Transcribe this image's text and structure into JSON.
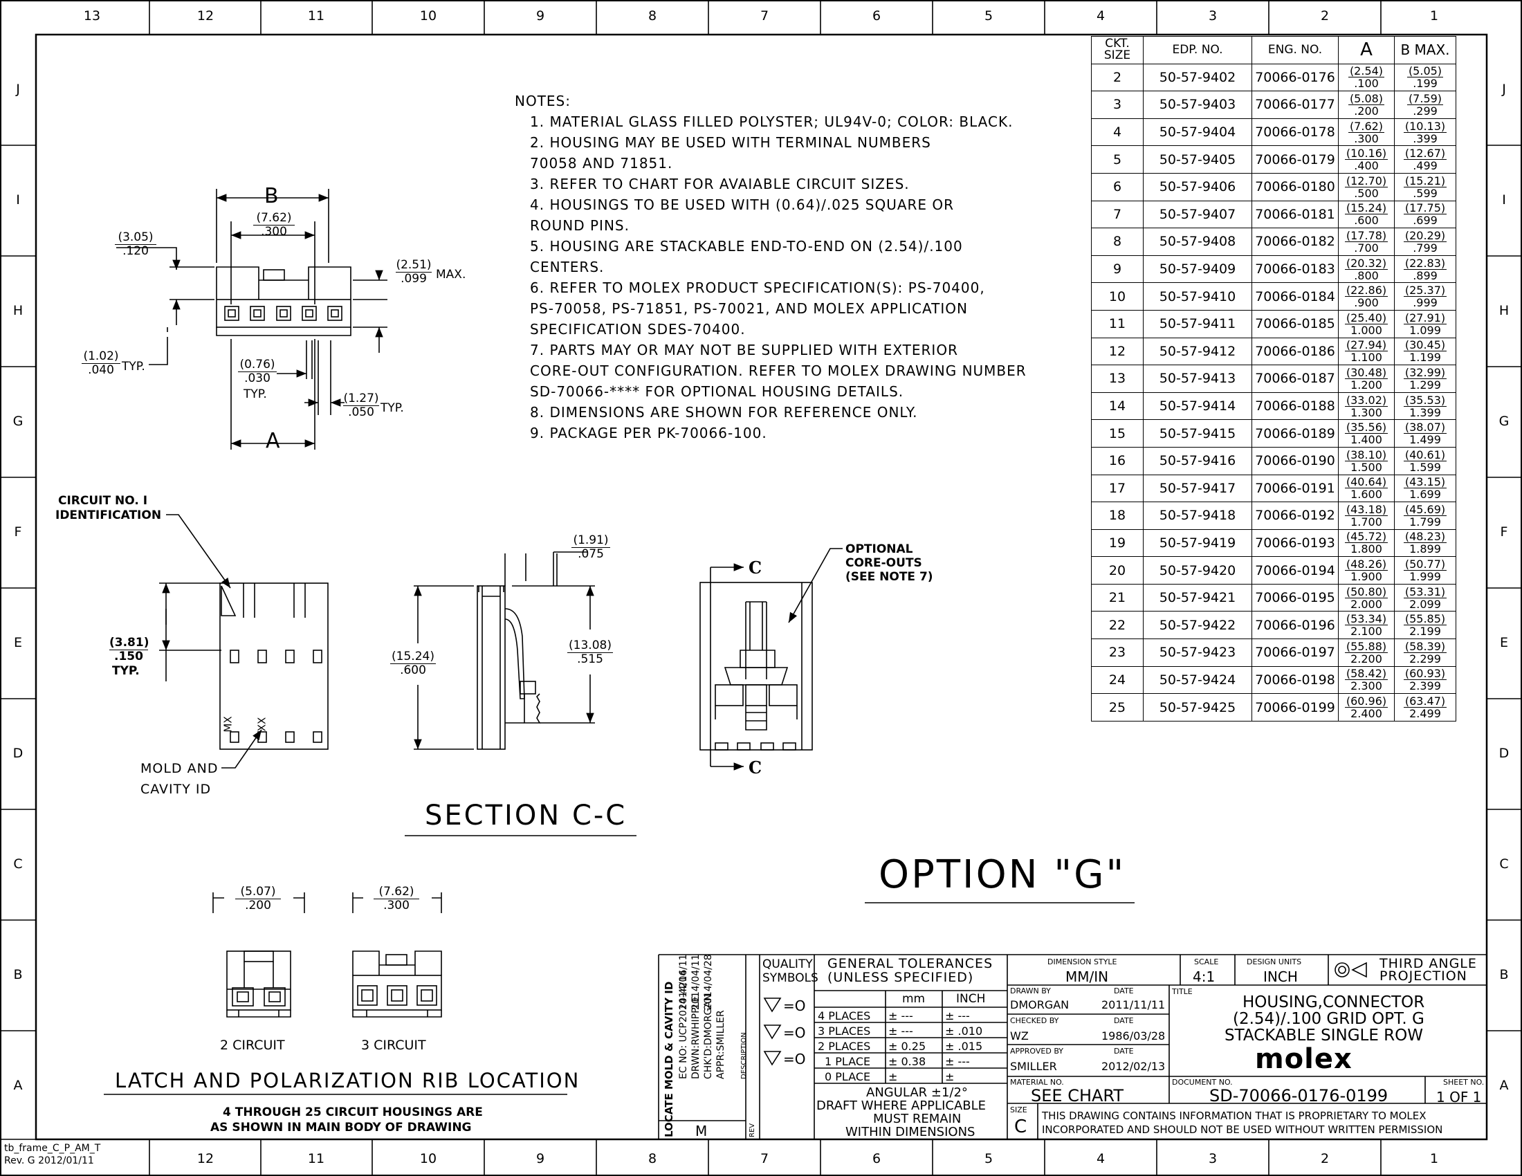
{
  "frame": {
    "columns": [
      "13",
      "12",
      "11",
      "10",
      "9",
      "8",
      "7",
      "6",
      "5",
      "4",
      "3",
      "2",
      "1"
    ],
    "rows": [
      "J",
      "I",
      "H",
      "G",
      "F",
      "E",
      "D",
      "C",
      "B",
      "A"
    ],
    "frame_id_line1": "tb_frame_C_P_AM_T",
    "frame_id_line2": "Rev. G 2012/01/11"
  },
  "notes": {
    "heading": "NOTES:",
    "lines": [
      "1.  MATERIAL GLASS FILLED POLYSTER; UL94V-0; COLOR:  BLACK.",
      "2.  HOUSING MAY BE USED WITH TERMINAL NUMBERS",
      "     70058 AND 71851.",
      "3.  REFER TO CHART FOR AVAIABLE CIRCUIT SIZES.",
      "4.  HOUSINGS TO BE USED WITH (0.64)/.025 SQUARE OR",
      "     ROUND PINS.",
      "5.  HOUSING ARE STACKABLE END-TO-END ON (2.54)/.100",
      "     CENTERS.",
      "6.  REFER TO MOLEX PRODUCT SPECIFICATION(S):  PS-70400,",
      "     PS-70058, PS-71851, PS-70021, AND MOLEX APPLICATION",
      "     SPECIFICATION SDES-70400.",
      "7.  PARTS MAY OR MAY NOT BE SUPPLIED WITH EXTERIOR",
      "     CORE-OUT CONFIGURATION.  REFER TO MOLEX DRAWING NUMBER",
      "     SD-70066-**** FOR OPTIONAL HOUSING DETAILS.",
      "8.  DIMENSIONS ARE SHOWN FOR REFERENCE ONLY.",
      "9.  PACKAGE PER PK-70066-100."
    ]
  },
  "top_view": {
    "dim_b": "B",
    "dim_a": "A",
    "d1_top": "(7.62)",
    "d1_bot": ".300",
    "d2_top": "(3.05)",
    "d2_bot": ".120",
    "d3_top": "(2.51)",
    "d3_bot": ".099",
    "d3_suffix": "MAX.",
    "d4_top": "(1.02)",
    "d4_bot": ".040",
    "d4_suffix": "TYP.",
    "d5_top": "(0.76)",
    "d5_bot": ".030",
    "d5_suffix": "TYP.",
    "d6_top": "(1.27)",
    "d6_bot": ".050",
    "d6_suffix": "TYP."
  },
  "front_view": {
    "circuit_label_1": "CIRCUIT NO. I",
    "circuit_label_2": "IDENTIFICATION",
    "d_top": "(3.81)",
    "d_bot": ".150",
    "d_suffix": "TYP.",
    "mold_mark": "MX",
    "cavity_mark": "XX",
    "mold_label_1": "MOLD AND",
    "mold_label_2": "CAVITY ID"
  },
  "side_view": {
    "d1_top": "(1.91)",
    "d1_bot": ".075",
    "d2_top": "(15.24)",
    "d2_bot": ".600",
    "d3_top": "(13.08)",
    "d3_bot": ".515",
    "section_title": "SECTION C-C"
  },
  "section_view": {
    "cut_letter": "C",
    "opt_1": "OPTIONAL",
    "opt_2": "CORE-OUTS",
    "opt_3": "(SEE NOTE 7)"
  },
  "option_title": "OPTION \"G\"",
  "latch": {
    "two_top": "(5.07)",
    "two_bot": ".200",
    "two_label": "2 CIRCUIT",
    "three_top": "(7.62)",
    "three_bot": ".300",
    "three_label": "3 CIRCUIT",
    "title": "LATCH AND POLARIZATION RIB LOCATION",
    "sub_1": "4 THROUGH 25 CIRCUIT HOUSINGS ARE",
    "sub_2": "AS SHOWN IN MAIN BODY OF DRAWING"
  },
  "chart": {
    "headers": [
      "CKT. SIZE",
      "EDP. NO.",
      "ENG. NO.",
      "A",
      "B MAX."
    ],
    "rows": [
      {
        "size": "2",
        "edp": "50-57-9402",
        "eng": "70066-0176",
        "a_mm": "(2.54)",
        "a_in": ".100",
        "b_mm": "(5.05)",
        "b_in": ".199"
      },
      {
        "size": "3",
        "edp": "50-57-9403",
        "eng": "70066-0177",
        "a_mm": "(5.08)",
        "a_in": ".200",
        "b_mm": "(7.59)",
        "b_in": ".299"
      },
      {
        "size": "4",
        "edp": "50-57-9404",
        "eng": "70066-0178",
        "a_mm": "(7.62)",
        "a_in": ".300",
        "b_mm": "(10.13)",
        "b_in": ".399"
      },
      {
        "size": "5",
        "edp": "50-57-9405",
        "eng": "70066-0179",
        "a_mm": "(10.16)",
        "a_in": ".400",
        "b_mm": "(12.67)",
        "b_in": ".499"
      },
      {
        "size": "6",
        "edp": "50-57-9406",
        "eng": "70066-0180",
        "a_mm": "(12.70)",
        "a_in": ".500",
        "b_mm": "(15.21)",
        "b_in": ".599"
      },
      {
        "size": "7",
        "edp": "50-57-9407",
        "eng": "70066-0181",
        "a_mm": "(15.24)",
        "a_in": ".600",
        "b_mm": "(17.75)",
        "b_in": ".699"
      },
      {
        "size": "8",
        "edp": "50-57-9408",
        "eng": "70066-0182",
        "a_mm": "(17.78)",
        "a_in": ".700",
        "b_mm": "(20.29)",
        "b_in": ".799"
      },
      {
        "size": "9",
        "edp": "50-57-9409",
        "eng": "70066-0183",
        "a_mm": "(20.32)",
        "a_in": ".800",
        "b_mm": "(22.83)",
        "b_in": ".899"
      },
      {
        "size": "10",
        "edp": "50-57-9410",
        "eng": "70066-0184",
        "a_mm": "(22.86)",
        "a_in": ".900",
        "b_mm": "(25.37)",
        "b_in": ".999"
      },
      {
        "size": "11",
        "edp": "50-57-9411",
        "eng": "70066-0185",
        "a_mm": "(25.40)",
        "a_in": "1.000",
        "b_mm": "(27.91)",
        "b_in": "1.099"
      },
      {
        "size": "12",
        "edp": "50-57-9412",
        "eng": "70066-0186",
        "a_mm": "(27.94)",
        "a_in": "1.100",
        "b_mm": "(30.45)",
        "b_in": "1.199"
      },
      {
        "size": "13",
        "edp": "50-57-9413",
        "eng": "70066-0187",
        "a_mm": "(30.48)",
        "a_in": "1.200",
        "b_mm": "(32.99)",
        "b_in": "1.299"
      },
      {
        "size": "14",
        "edp": "50-57-9414",
        "eng": "70066-0188",
        "a_mm": "(33.02)",
        "a_in": "1.300",
        "b_mm": "(35.53)",
        "b_in": "1.399"
      },
      {
        "size": "15",
        "edp": "50-57-9415",
        "eng": "70066-0189",
        "a_mm": "(35.56)",
        "a_in": "1.400",
        "b_mm": "(38.07)",
        "b_in": "1.499"
      },
      {
        "size": "16",
        "edp": "50-57-9416",
        "eng": "70066-0190",
        "a_mm": "(38.10)",
        "a_in": "1.500",
        "b_mm": "(40.61)",
        "b_in": "1.599"
      },
      {
        "size": "17",
        "edp": "50-57-9417",
        "eng": "70066-0191",
        "a_mm": "(40.64)",
        "a_in": "1.600",
        "b_mm": "(43.15)",
        "b_in": "1.699"
      },
      {
        "size": "18",
        "edp": "50-57-9418",
        "eng": "70066-0192",
        "a_mm": "(43.18)",
        "a_in": "1.700",
        "b_mm": "(45.69)",
        "b_in": "1.799"
      },
      {
        "size": "19",
        "edp": "50-57-9419",
        "eng": "70066-0193",
        "a_mm": "(45.72)",
        "a_in": "1.800",
        "b_mm": "(48.23)",
        "b_in": "1.899"
      },
      {
        "size": "20",
        "edp": "50-57-9420",
        "eng": "70066-0194",
        "a_mm": "(48.26)",
        "a_in": "1.900",
        "b_mm": "(50.77)",
        "b_in": "1.999"
      },
      {
        "size": "21",
        "edp": "50-57-9421",
        "eng": "70066-0195",
        "a_mm": "(50.80)",
        "a_in": "2.000",
        "b_mm": "(53.31)",
        "b_in": "2.099"
      },
      {
        "size": "22",
        "edp": "50-57-9422",
        "eng": "70066-0196",
        "a_mm": "(53.34)",
        "a_in": "2.100",
        "b_mm": "(55.85)",
        "b_in": "2.199"
      },
      {
        "size": "23",
        "edp": "50-57-9423",
        "eng": "70066-0197",
        "a_mm": "(55.88)",
        "a_in": "2.200",
        "b_mm": "(58.39)",
        "b_in": "2.299"
      },
      {
        "size": "24",
        "edp": "50-57-9424",
        "eng": "70066-0198",
        "a_mm": "(58.42)",
        "a_in": "2.300",
        "b_mm": "(60.93)",
        "b_in": "2.399"
      },
      {
        "size": "25",
        "edp": "50-57-9425",
        "eng": "70066-0199",
        "a_mm": "(60.96)",
        "a_in": "2.400",
        "b_mm": "(63.47)",
        "b_in": "2.499"
      }
    ]
  },
  "title_block": {
    "locate": "LOCATE MOLD & CAVITY ID",
    "ec": "EC NO: UCP2014-4216",
    "ec_date": "2014/04/11",
    "drwn": "DRWN:RWHIPPLE",
    "drwn_date": "2014/04/11",
    "chkd": "CHK'D:DMORGAN",
    "chkd_date": "2014/04/28",
    "appr": "APPR:SMILLER",
    "rev_code": "M",
    "desc_label": "DESCRIPTION",
    "rev_label": "REV",
    "quality_1": "QUALITY",
    "quality_2": "SYMBOLS",
    "qsym": "=O",
    "gen_tol_1": "GENERAL TOLERANCES",
    "gen_tol_2": "(UNLESS SPECIFIED)",
    "mm_hdr": "mm",
    "inch_hdr": "INCH",
    "tol_rows": [
      {
        "label": "4 PLACES",
        "mm": "± ---",
        "inch": "± ---"
      },
      {
        "label": "3 PLACES",
        "mm": "± ---",
        "inch": "± .010"
      },
      {
        "label": "2 PLACES",
        "mm": "± 0.25",
        "inch": "± .015"
      },
      {
        "label": "1 PLACE",
        "mm": "± 0.38",
        "inch": "± ---"
      },
      {
        "label": "0 PLACE",
        "mm": "±",
        "inch": "±"
      }
    ],
    "angular": "ANGULAR ±1/2°",
    "draft_1": "DRAFT WHERE APPLICABLE",
    "draft_2": "MUST REMAIN",
    "draft_3": "WITHIN DIMENSIONS",
    "dim_style_lbl": "DIMENSION STYLE",
    "dim_style": "MM/IN",
    "scale_lbl": "SCALE",
    "scale": "4:1",
    "units_lbl": "DESIGN UNITS",
    "units": "INCH",
    "projection_1": "THIRD ANGLE",
    "projection_2": "PROJECTION",
    "drawn_by_lbl": "DRAWN BY",
    "date_lbl": "DATE",
    "drawn_by": "DMORGAN",
    "drawn_date": "2011/11/11",
    "checked_lbl": "CHECKED BY",
    "checked_by": "WZ",
    "checked_date": "1986/03/28",
    "approved_lbl": "APPROVED BY",
    "approved_by": "SMILLER",
    "approved_date": "2012/02/13",
    "title_lbl": "TITLE",
    "title_1": "HOUSING,CONNECTOR",
    "title_2": "(2.54)/.100 GRID OPT. G",
    "title_3": "STACKABLE SINGLE ROW",
    "logo": "molex",
    "material_lbl": "MATERIAL NO.",
    "material": "SEE CHART",
    "doc_lbl": "DOCUMENT NO.",
    "doc": "SD-70066-0176-0199",
    "sheet_lbl": "SHEET NO.",
    "sheet": "1 OF 1",
    "size_lbl": "SIZE",
    "size": "C",
    "prop_1": "THIS DRAWING CONTAINS INFORMATION THAT IS PROPRIETARY TO MOLEX",
    "prop_2": "INCORPORATED AND SHOULD NOT BE USED WITHOUT WRITTEN PERMISSION"
  }
}
